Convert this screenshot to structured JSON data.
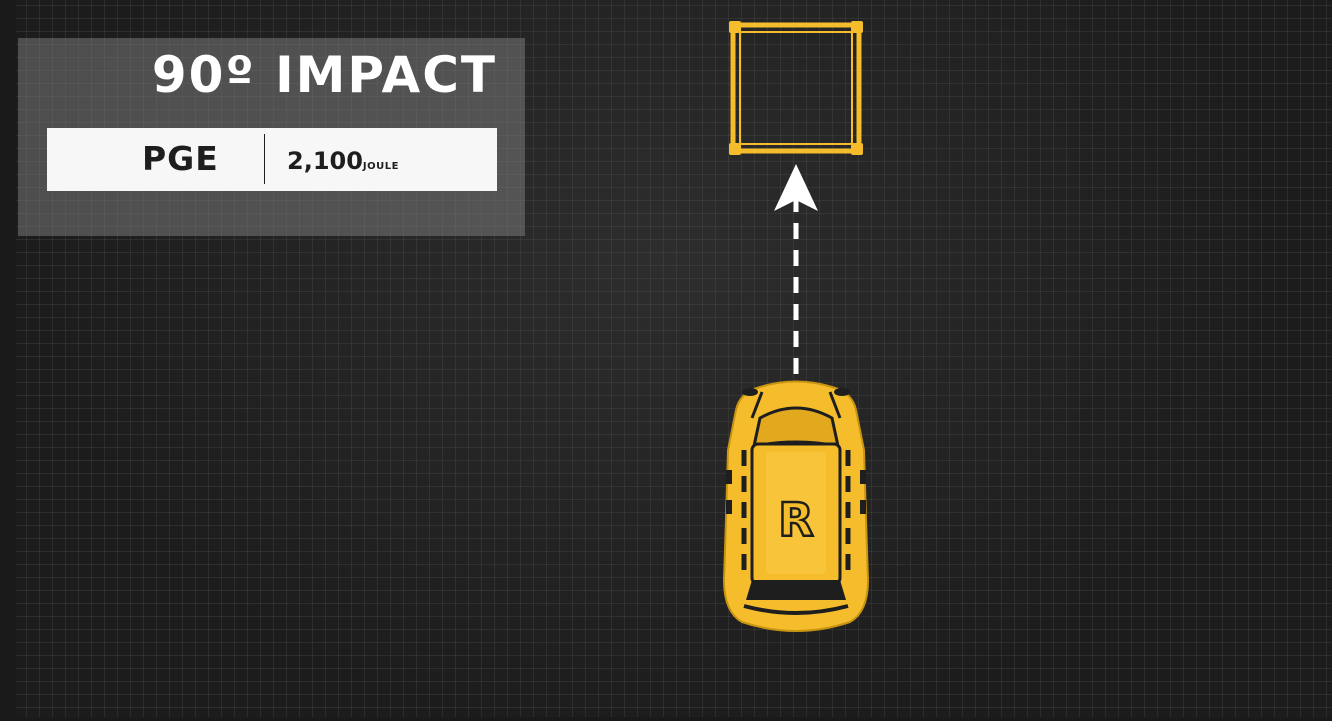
{
  "title": "90º IMPACT",
  "info": {
    "label": "PGE",
    "value": "2,100",
    "unit": "JOULE"
  },
  "car": {
    "badge": "R"
  },
  "colors": {
    "accent": "#f5bd2c",
    "panel": "#7a7a7a",
    "info_bar": "#f7f7f7",
    "text_dark": "#1e1e1e",
    "arrow": "#ffffff"
  },
  "icons": {
    "target": "square-target-icon",
    "direction": "arrow-up-icon",
    "vehicle": "car-topview-icon"
  }
}
